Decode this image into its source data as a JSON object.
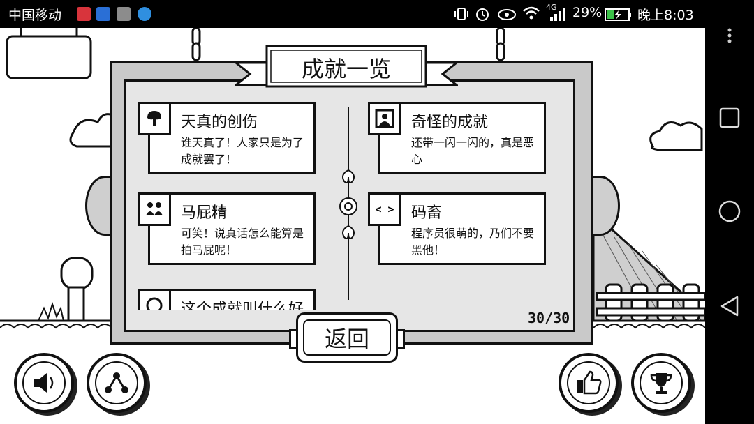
{
  "status_bar": {
    "carrier": "中国移动",
    "battery_percent": "29%",
    "network": "4G",
    "time": "晚上8:03"
  },
  "dialog": {
    "title": "成就一览",
    "count": "30/30",
    "back_label": "返回"
  },
  "achievements": [
    {
      "title": "天真的创伤",
      "desc": "谁天真了！人家只是为了成就罢了！",
      "icon": "mushroom-cloud-icon"
    },
    {
      "title": "奇怪的成就",
      "desc": "还带一闪一闪的，真是恶心",
      "icon": "portrait-icon"
    },
    {
      "title": "马屁精",
      "desc": "可笑！说真话怎么能算是拍马屁呢！",
      "icon": "people-icon"
    },
    {
      "title": "码畜",
      "desc": "程序员很萌的，乃们不要黑他！",
      "icon": "code-icon",
      "icon_text": "< >"
    },
    {
      "title": "这个成就叫什么好",
      "desc": "",
      "icon": "unknown-icon"
    }
  ],
  "bottom_buttons": [
    "sound-icon",
    "share-icon",
    "like-icon",
    "trophy-icon"
  ]
}
